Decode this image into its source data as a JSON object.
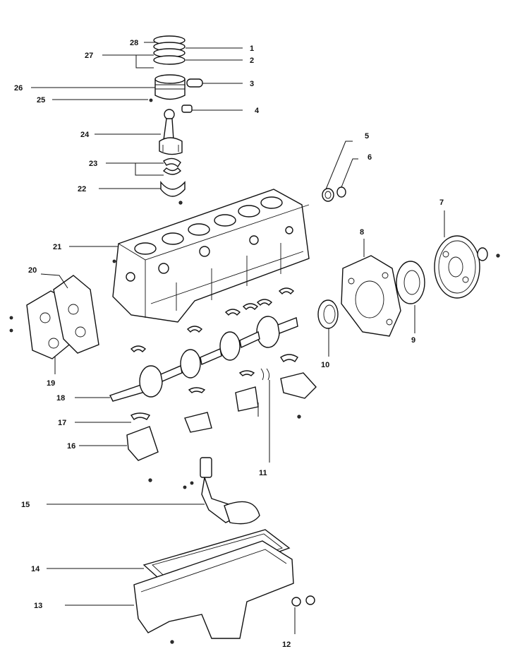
{
  "callouts": [
    {
      "id": 1,
      "label": "1"
    },
    {
      "id": 2,
      "label": "2"
    },
    {
      "id": 3,
      "label": "3"
    },
    {
      "id": 4,
      "label": "4"
    },
    {
      "id": 5,
      "label": "5"
    },
    {
      "id": 6,
      "label": "6"
    },
    {
      "id": 7,
      "label": "7"
    },
    {
      "id": 8,
      "label": "8"
    },
    {
      "id": 9,
      "label": "9"
    },
    {
      "id": 10,
      "label": "10"
    },
    {
      "id": 11,
      "label": "11"
    },
    {
      "id": 12,
      "label": "12"
    },
    {
      "id": 13,
      "label": "13"
    },
    {
      "id": 14,
      "label": "14"
    },
    {
      "id": 15,
      "label": "15"
    },
    {
      "id": 16,
      "label": "16"
    },
    {
      "id": 17,
      "label": "17"
    },
    {
      "id": 18,
      "label": "18"
    },
    {
      "id": 19,
      "label": "19"
    },
    {
      "id": 20,
      "label": "20"
    },
    {
      "id": 21,
      "label": "21"
    },
    {
      "id": 22,
      "label": "22"
    },
    {
      "id": 23,
      "label": "23"
    },
    {
      "id": 24,
      "label": "24"
    },
    {
      "id": 25,
      "label": "25"
    },
    {
      "id": 26,
      "label": "26"
    },
    {
      "id": 27,
      "label": "27"
    },
    {
      "id": 28,
      "label": "28"
    }
  ]
}
